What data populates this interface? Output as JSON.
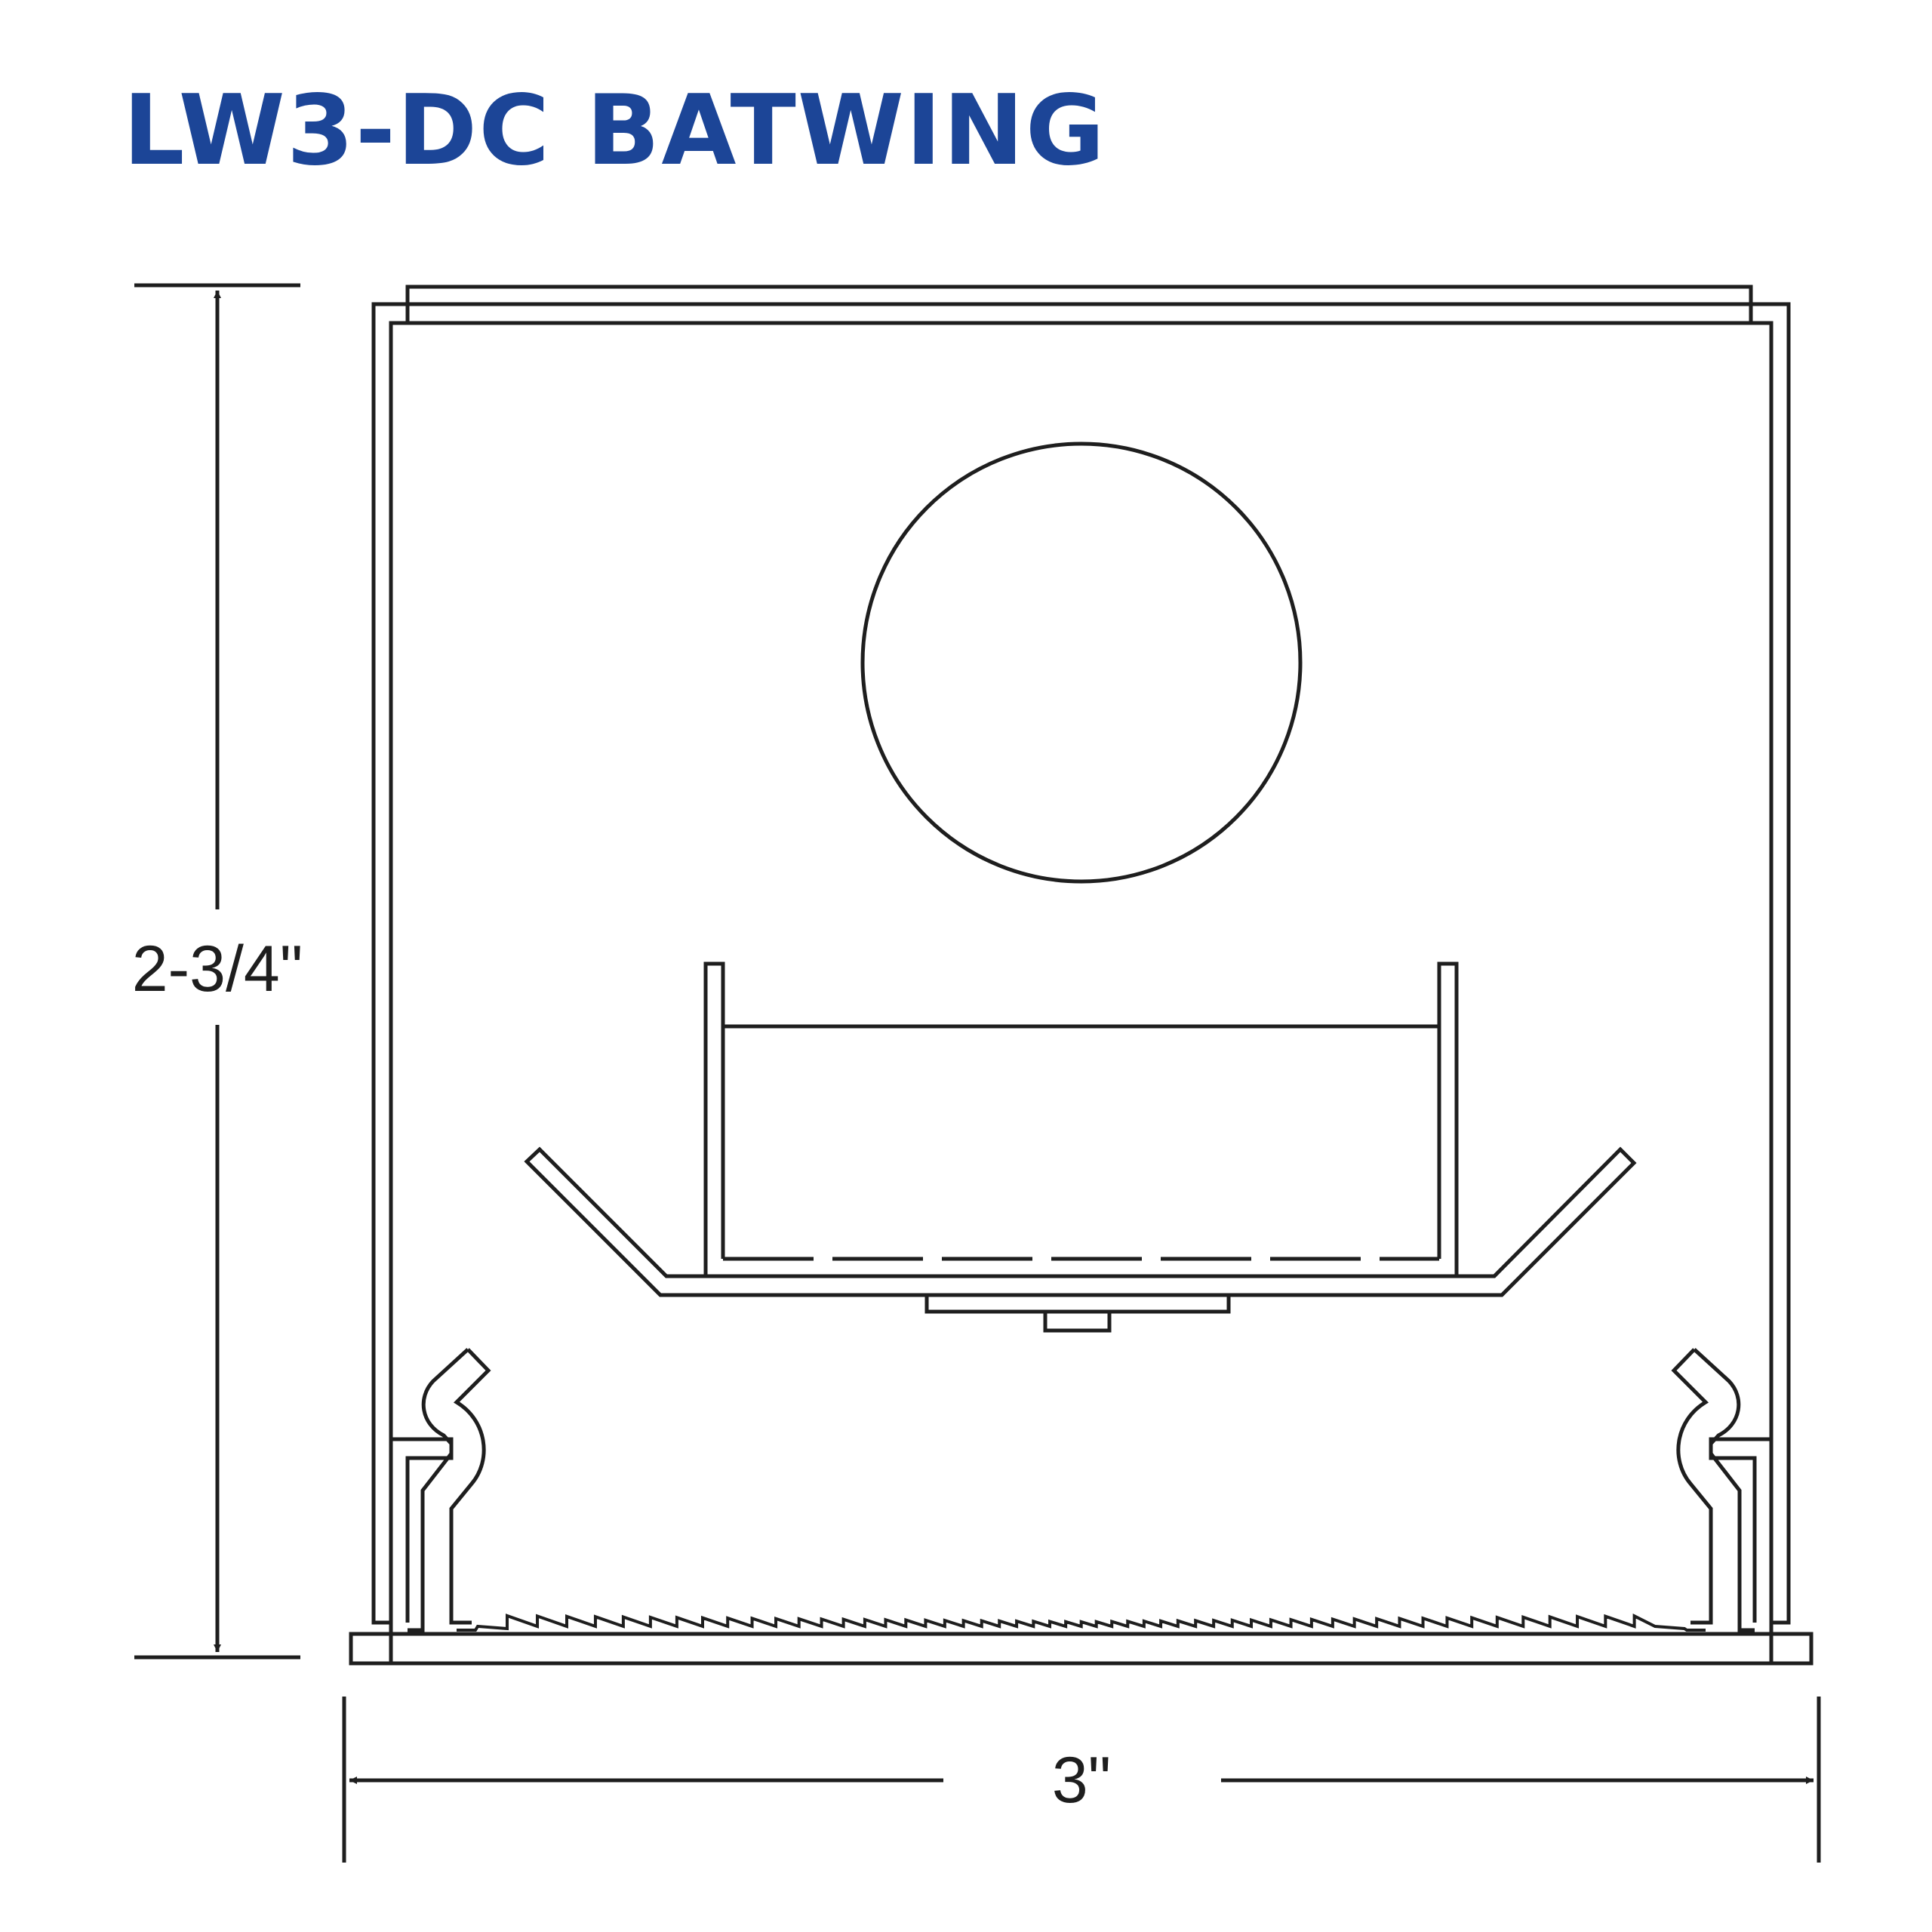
{
  "title": "LW3-DC BATWING",
  "dimensions": {
    "height_label": "2-3/4\"",
    "width_label": "3\""
  },
  "colors": {
    "title": "#1c4597",
    "line": "#1e1e1e",
    "background": "#ffffff"
  }
}
